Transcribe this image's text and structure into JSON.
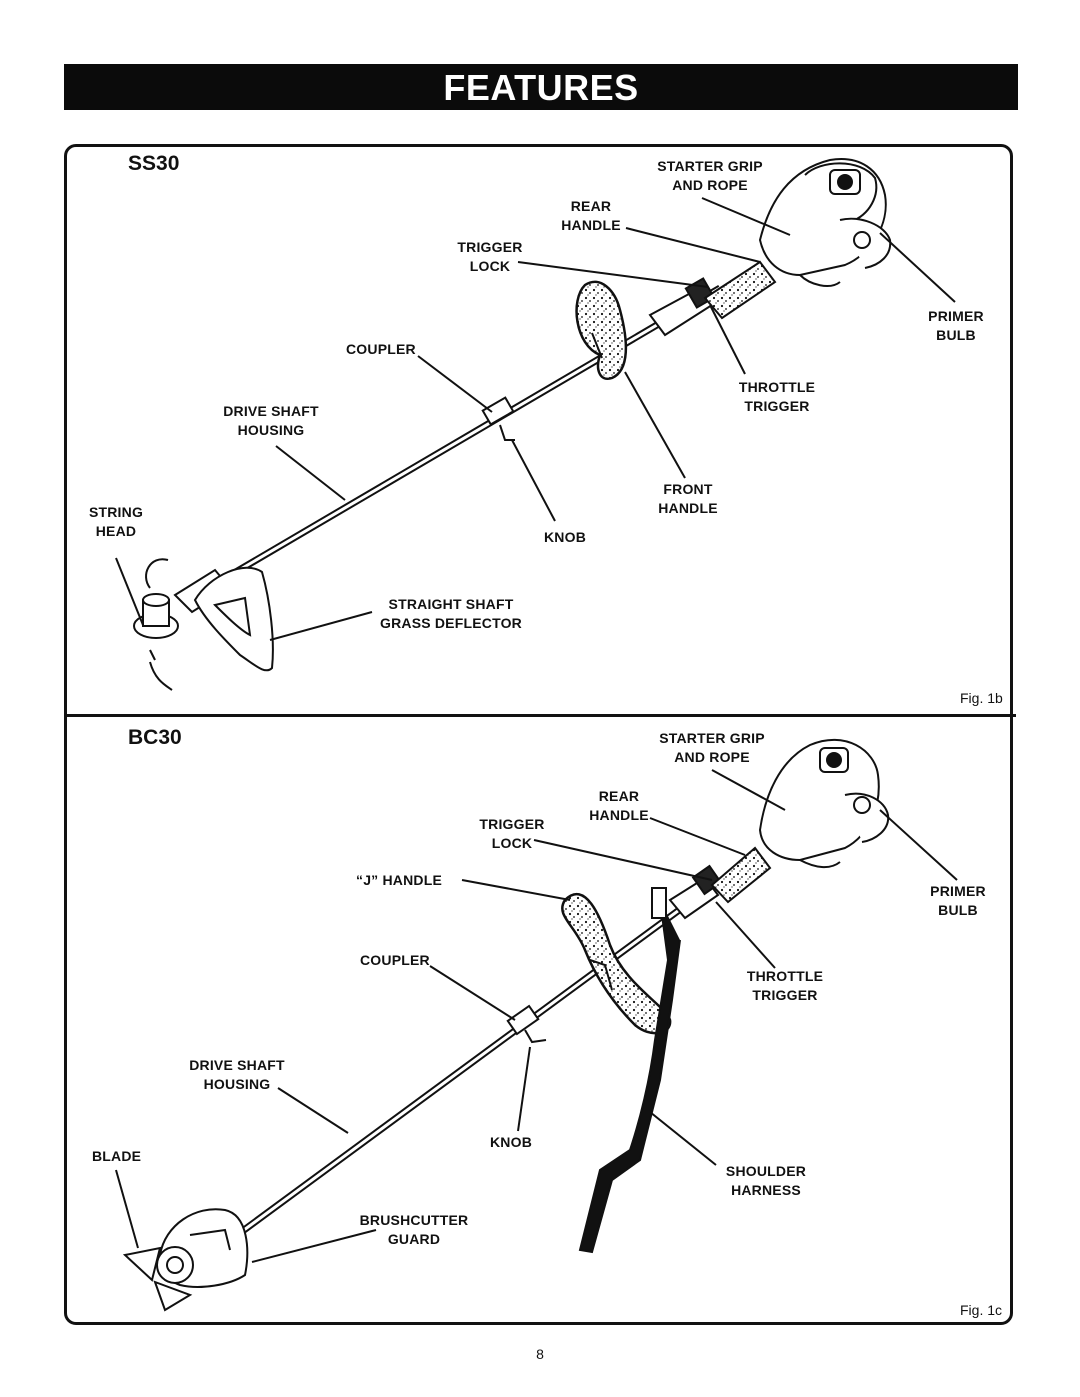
{
  "header": {
    "title": "FEATURES"
  },
  "ss30": {
    "model": "SS30",
    "fig": "Fig. 1b",
    "labels": {
      "starter_grip": "STARTER GRIP",
      "and_rope": "AND ROPE",
      "rear": "REAR",
      "handle": "HANDLE",
      "trigger": "TRIGGER",
      "lock": "LOCK",
      "primer": "PRIMER",
      "bulb": "BULB",
      "coupler": "COUPLER",
      "throttle": "THROTTLE",
      "trigger2": "TRIGGER",
      "drive_shaft": "DRIVE SHAFT",
      "housing": "HOUSING",
      "front": "FRONT",
      "handle2": "HANDLE",
      "string": "STRING",
      "head": "HEAD",
      "knob": "KNOB",
      "straight_shaft": "STRAIGHT SHAFT",
      "grass_deflector": "GRASS DEFLECTOR"
    }
  },
  "bc30": {
    "model": "BC30",
    "fig": "Fig. 1c",
    "labels": {
      "starter_grip": "STARTER GRIP",
      "and_rope": "AND ROPE",
      "rear": "REAR",
      "handle": "HANDLE",
      "trigger": "TRIGGER",
      "lock": "LOCK",
      "j_handle": "“J” HANDLE",
      "primer": "PRIMER",
      "bulb": "BULB",
      "coupler": "COUPLER",
      "throttle": "THROTTLE",
      "trigger2": "TRIGGER",
      "drive_shaft": "DRIVE SHAFT",
      "housing": "HOUSING",
      "blade": "BLADE",
      "knob": "KNOB",
      "shoulder": "SHOULDER",
      "harness": "HARNESS",
      "brushcutter": "BRUSHCUTTER",
      "guard": "GUARD"
    }
  },
  "footer": {
    "page_number": "8"
  }
}
